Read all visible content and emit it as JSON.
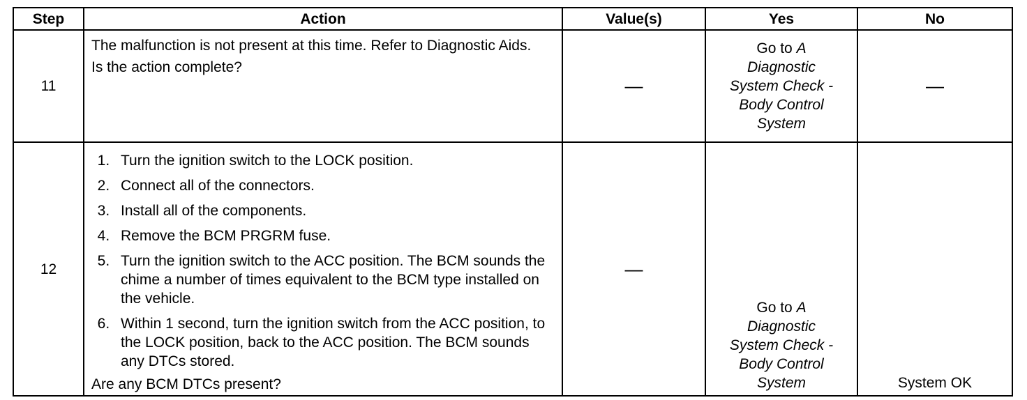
{
  "header": {
    "step": "Step",
    "action": "Action",
    "values": "Value(s)",
    "yes": "Yes",
    "no": "No"
  },
  "rows": [
    {
      "step": "11",
      "action_text_1": "The malfunction is not present at this time. Refer to Diagnostic Aids.",
      "action_question": "Is the action complete?",
      "value": "—",
      "yes": {
        "go_to": "Go to",
        "link_1": "A",
        "link_2": "Diagnostic",
        "link_3": "System Check -",
        "link_4": "Body Control",
        "link_5": "System"
      },
      "no": "—"
    },
    {
      "step": "12",
      "steps": [
        "Turn the ignition switch to the LOCK position.",
        "Connect all of the connectors.",
        "Install all of the components.",
        "Remove the BCM PRGRM fuse.",
        "Turn the ignition switch to the ACC position. The BCM sounds the chime a number of times equivalent to the BCM type installed on the vehicle.",
        "Within 1 second, turn the ignition switch from the ACC position, to the LOCK position, back to the ACC position. The BCM sounds any DTCs stored."
      ],
      "action_question": "Are any BCM DTCs present?",
      "value": "—",
      "yes": {
        "go_to": "Go to",
        "link_1": "A",
        "link_2": "Diagnostic",
        "link_3": "System Check -",
        "link_4": "Body Control",
        "link_5": "System"
      },
      "no": "System OK"
    }
  ]
}
